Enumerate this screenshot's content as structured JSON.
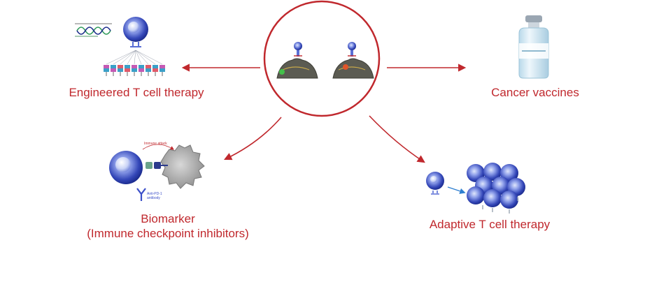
{
  "colors": {
    "label": "#c0282d",
    "arrow": "#c0282d",
    "circle": "#c0282d",
    "tcell_dark": "#1a2a8c",
    "tcell_mid": "#5a6fd6",
    "tcell_light": "#b9c6f4",
    "tumor": "#8a8a8a",
    "vial": "#cfe7f4",
    "vial_cap": "#9aa6b2",
    "antibody": "#3b4fc9"
  },
  "labels": {
    "engineered": "Engineered T cell therapy",
    "vaccines": "Cancer vaccines",
    "biomarker_line1": "Biomarker",
    "biomarker_line2": "(Immune checkpoint inhibitors)",
    "adaptive": "Adaptive T cell therapy"
  },
  "small_text": {
    "immune_attack": "Immune attack",
    "antibody_line1": "Anti-PD-1",
    "antibody_line2": "antibody"
  },
  "icons": {
    "center": "tcell-tumor-interaction-icon",
    "dna": "dna-helix-icon",
    "vial": "vaccine-vial-icon"
  }
}
